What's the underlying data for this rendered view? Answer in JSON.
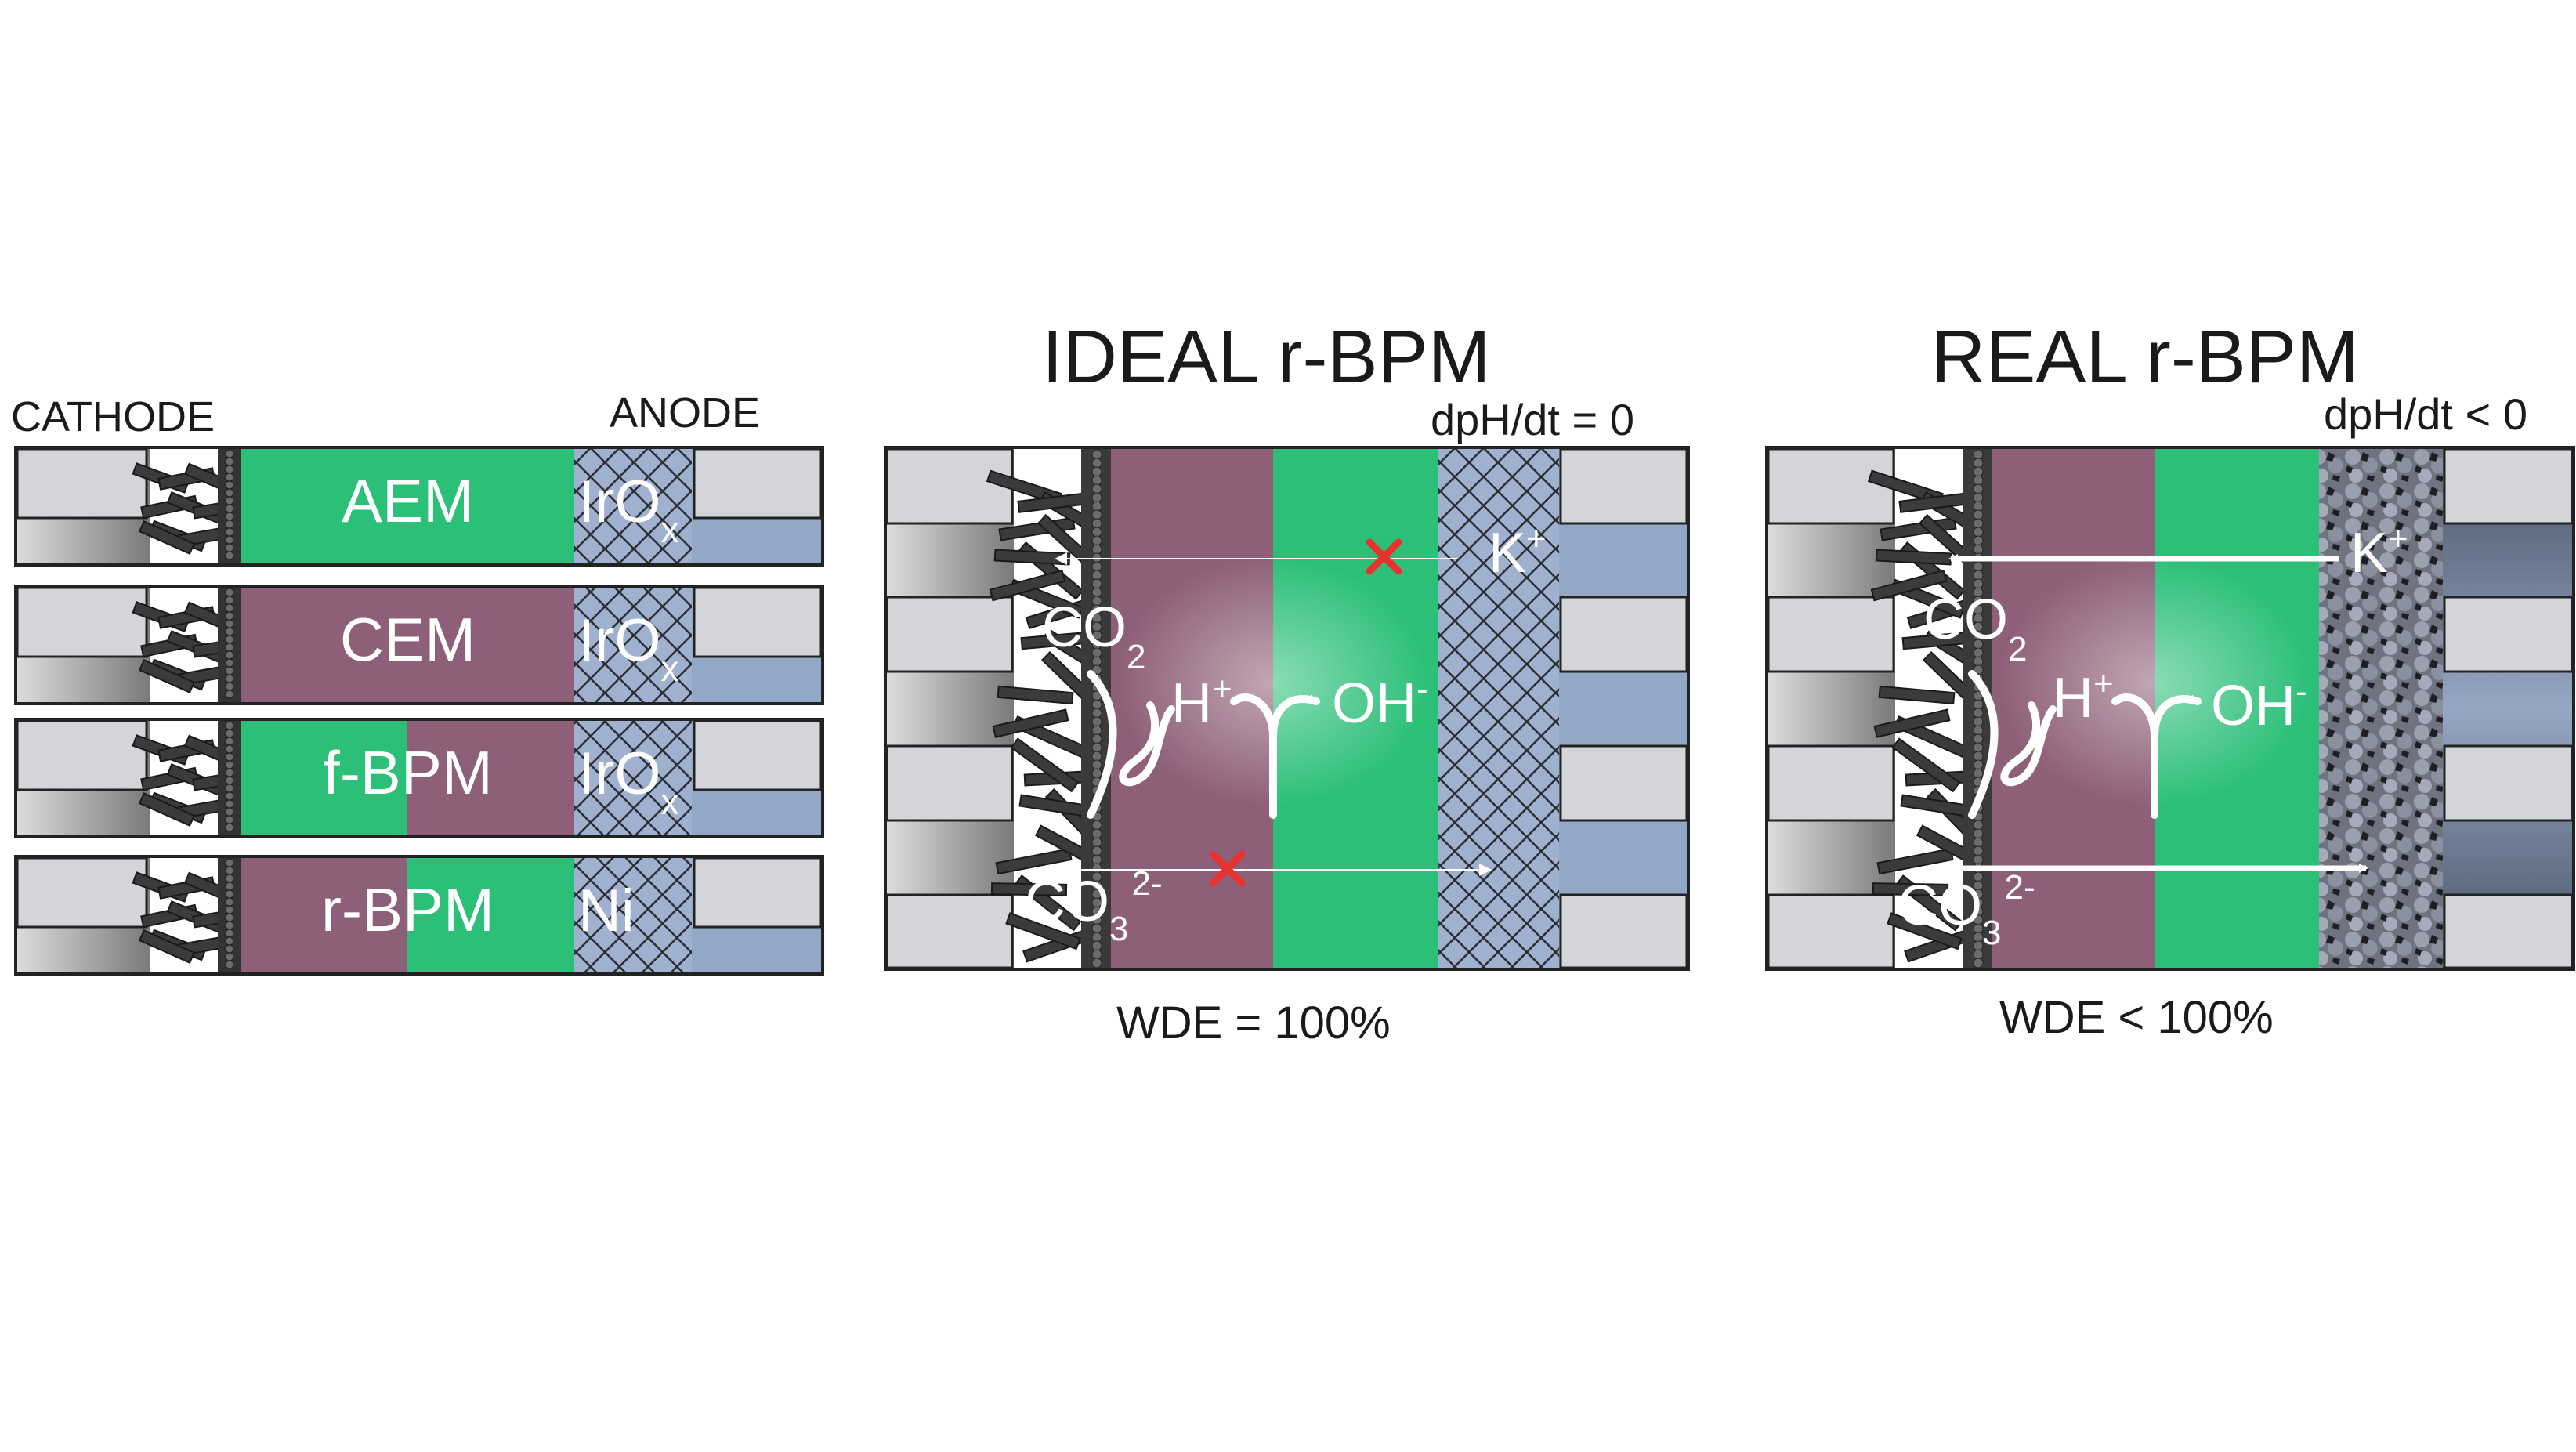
{
  "left": {
    "cathode_label": "CATHODE",
    "anode_label": "ANODE",
    "rows": [
      {
        "membrane": "AEM",
        "anode_cat": "IrO",
        "anode_sub": "x"
      },
      {
        "membrane": "CEM",
        "anode_cat": "IrO",
        "anode_sub": "x"
      },
      {
        "membrane": "f-BPM",
        "anode_cat": "IrO",
        "anode_sub": "x"
      },
      {
        "membrane": "r-BPM",
        "anode_cat": "Ni",
        "anode_sub": ""
      }
    ]
  },
  "ideal": {
    "title": "IDEAL r-BPM",
    "dph": "dpH/dt = 0",
    "wde": "WDE = 100%",
    "species": {
      "k": "K",
      "k_sup": "+",
      "co2": "CO",
      "co2_sub": "2",
      "h": "H",
      "h_sup": "+",
      "oh": "OH",
      "oh_sup": "-",
      "co3": "CO",
      "co3_sub": "3",
      "co3_sup": "2-"
    }
  },
  "real": {
    "title": "REAL r-BPM",
    "dph": "dpH/dt < 0",
    "wde": "WDE < 100%",
    "species": {
      "k": "K",
      "k_sup": "+",
      "co2": "CO",
      "co2_sub": "2",
      "h": "H",
      "h_sup": "+",
      "oh": "OH",
      "oh_sup": "-",
      "co3": "CO",
      "co3_sub": "3",
      "co3_sup": "2-"
    }
  },
  "colors": {
    "aem": "#2bbf78",
    "cem": "#8e5f78",
    "anode_blue": "#93a8c7",
    "plate": "#d4d5d8",
    "mesh_bg": "#9fb1cf",
    "cross": "#e8322e"
  }
}
